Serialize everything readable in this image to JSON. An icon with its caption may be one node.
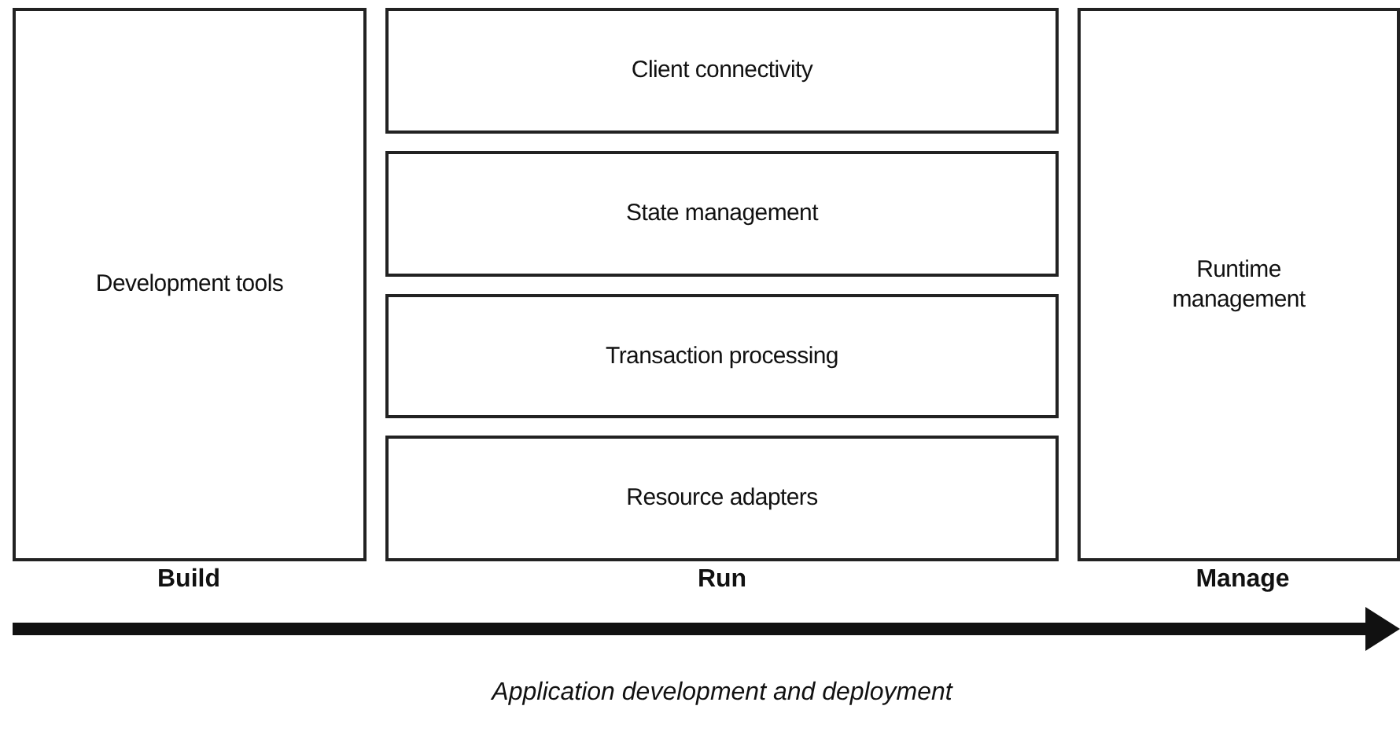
{
  "diagram": {
    "caption": "Application development and deployment",
    "nodes": [
      {
        "text": [
          "Development tools"
        ]
      },
      {
        "text": [
          "Client connectivity"
        ]
      },
      {
        "text": [
          "State management"
        ]
      },
      {
        "text": [
          "Transaction processing"
        ]
      },
      {
        "text": [
          "Resource adapters"
        ]
      },
      {
        "text": [
          "Runtime management"
        ]
      }
    ],
    "labels": [
      "Build",
      "Run",
      "Manage"
    ]
  }
}
